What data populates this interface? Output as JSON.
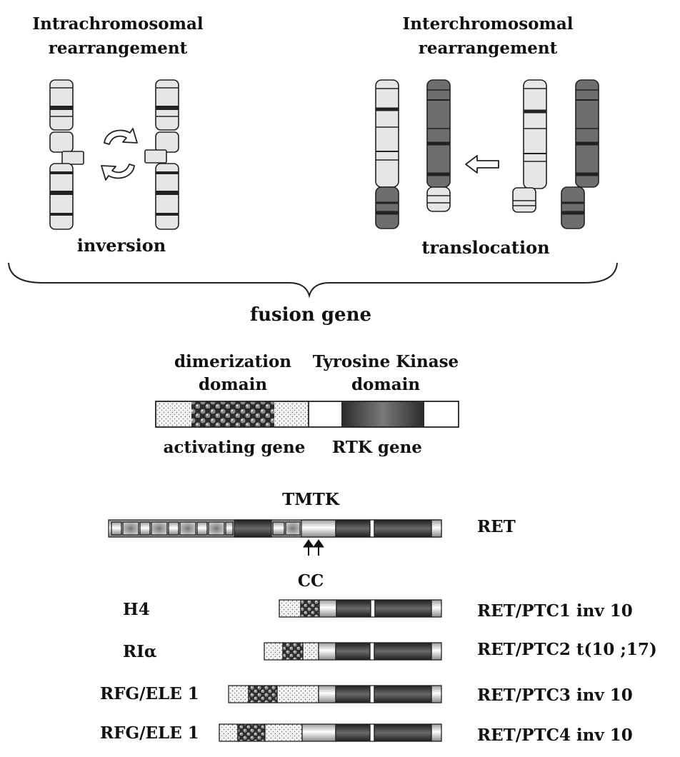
{
  "top": {
    "intra_line1": "Intrachromosomal",
    "intra_line2": "rearrangement",
    "inter_line1": "Interchromosomal",
    "inter_line2": "rearrangement",
    "inversion": "inversion",
    "translocation": "translocation",
    "fusion_gene": "fusion gene"
  },
  "domains": {
    "dimerization_line1": "dimerization",
    "dimerization_line2": "domain",
    "tk_line1": "Tyrosine Kinase",
    "tk_line2": "domain",
    "activating_gene": "activating gene",
    "rtk_gene": "RTK gene"
  },
  "ret": {
    "tmtk": "TMTK",
    "ret_label": "RET",
    "cc": "CC"
  },
  "fusions": [
    {
      "partner": "H4",
      "name": "RET/PTC1 inv 10"
    },
    {
      "partner": "RIα",
      "name": "RET/PTC2 t(10 ;17)"
    },
    {
      "partner": "RFG/ELE 1",
      "name": "RET/PTC3 inv 10"
    },
    {
      "partner": "RFG/ELE 1",
      "name": "RET/PTC4 inv 10"
    }
  ],
  "colors": {
    "light_band": "#e6e6e6",
    "dark_chrom": "#6e6e6e",
    "kinase_dark": "#3a3a3a",
    "outline": "#222222"
  }
}
